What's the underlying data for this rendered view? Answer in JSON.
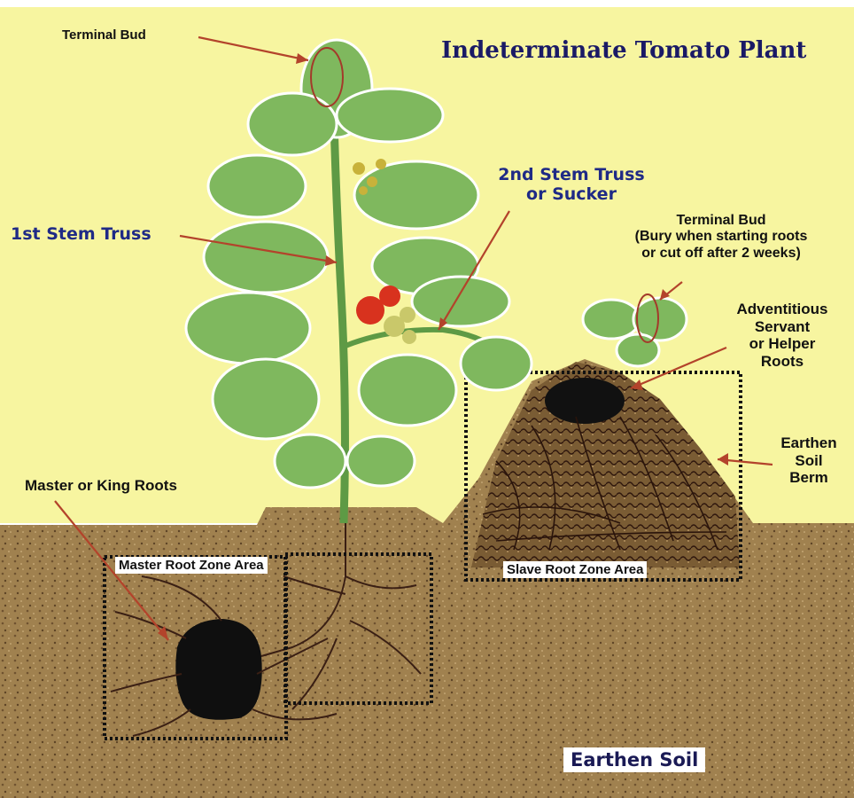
{
  "title": "Indeterminate Tomato Plant",
  "labels": {
    "terminal_bud_top": "Terminal Bud",
    "first_stem_truss": "1st Stem Truss",
    "second_stem_truss_line1": "2nd Stem Truss",
    "second_stem_truss_line2": "or Sucker",
    "terminal_bud_right_line1": "Terminal Bud",
    "terminal_bud_right_line2": "(Bury when starting roots",
    "terminal_bud_right_line3": "or cut off after 2 weeks)",
    "adventitious_line1": "Adventitious",
    "adventitious_line2": "Servant",
    "adventitious_line3": "or Helper",
    "adventitious_line4": "Roots",
    "berm_line1": "Earthen",
    "berm_line2": "Soil",
    "berm_line3": "Berm",
    "master_roots": "Master or King Roots",
    "master_zone": "Master Root Zone Area",
    "slave_zone": "Slave Root Zone Area",
    "earthen_soil": "Earthen Soil"
  },
  "colors": {
    "sky": "#f7f5a0",
    "soil": "#a0814f",
    "soil_dark": "#7a5c34",
    "leaf": "#7fb85e",
    "stem": "#5e9a45",
    "root": "#3a1f14",
    "arrow": "#b3432b",
    "bud_circle": "#a33a2a",
    "tomato_red": "#d8321e",
    "tomato_yellow": "#c9c86a",
    "flower": "#c8b23a",
    "title": "#1a1a66",
    "truss_label": "#1f2a86"
  }
}
